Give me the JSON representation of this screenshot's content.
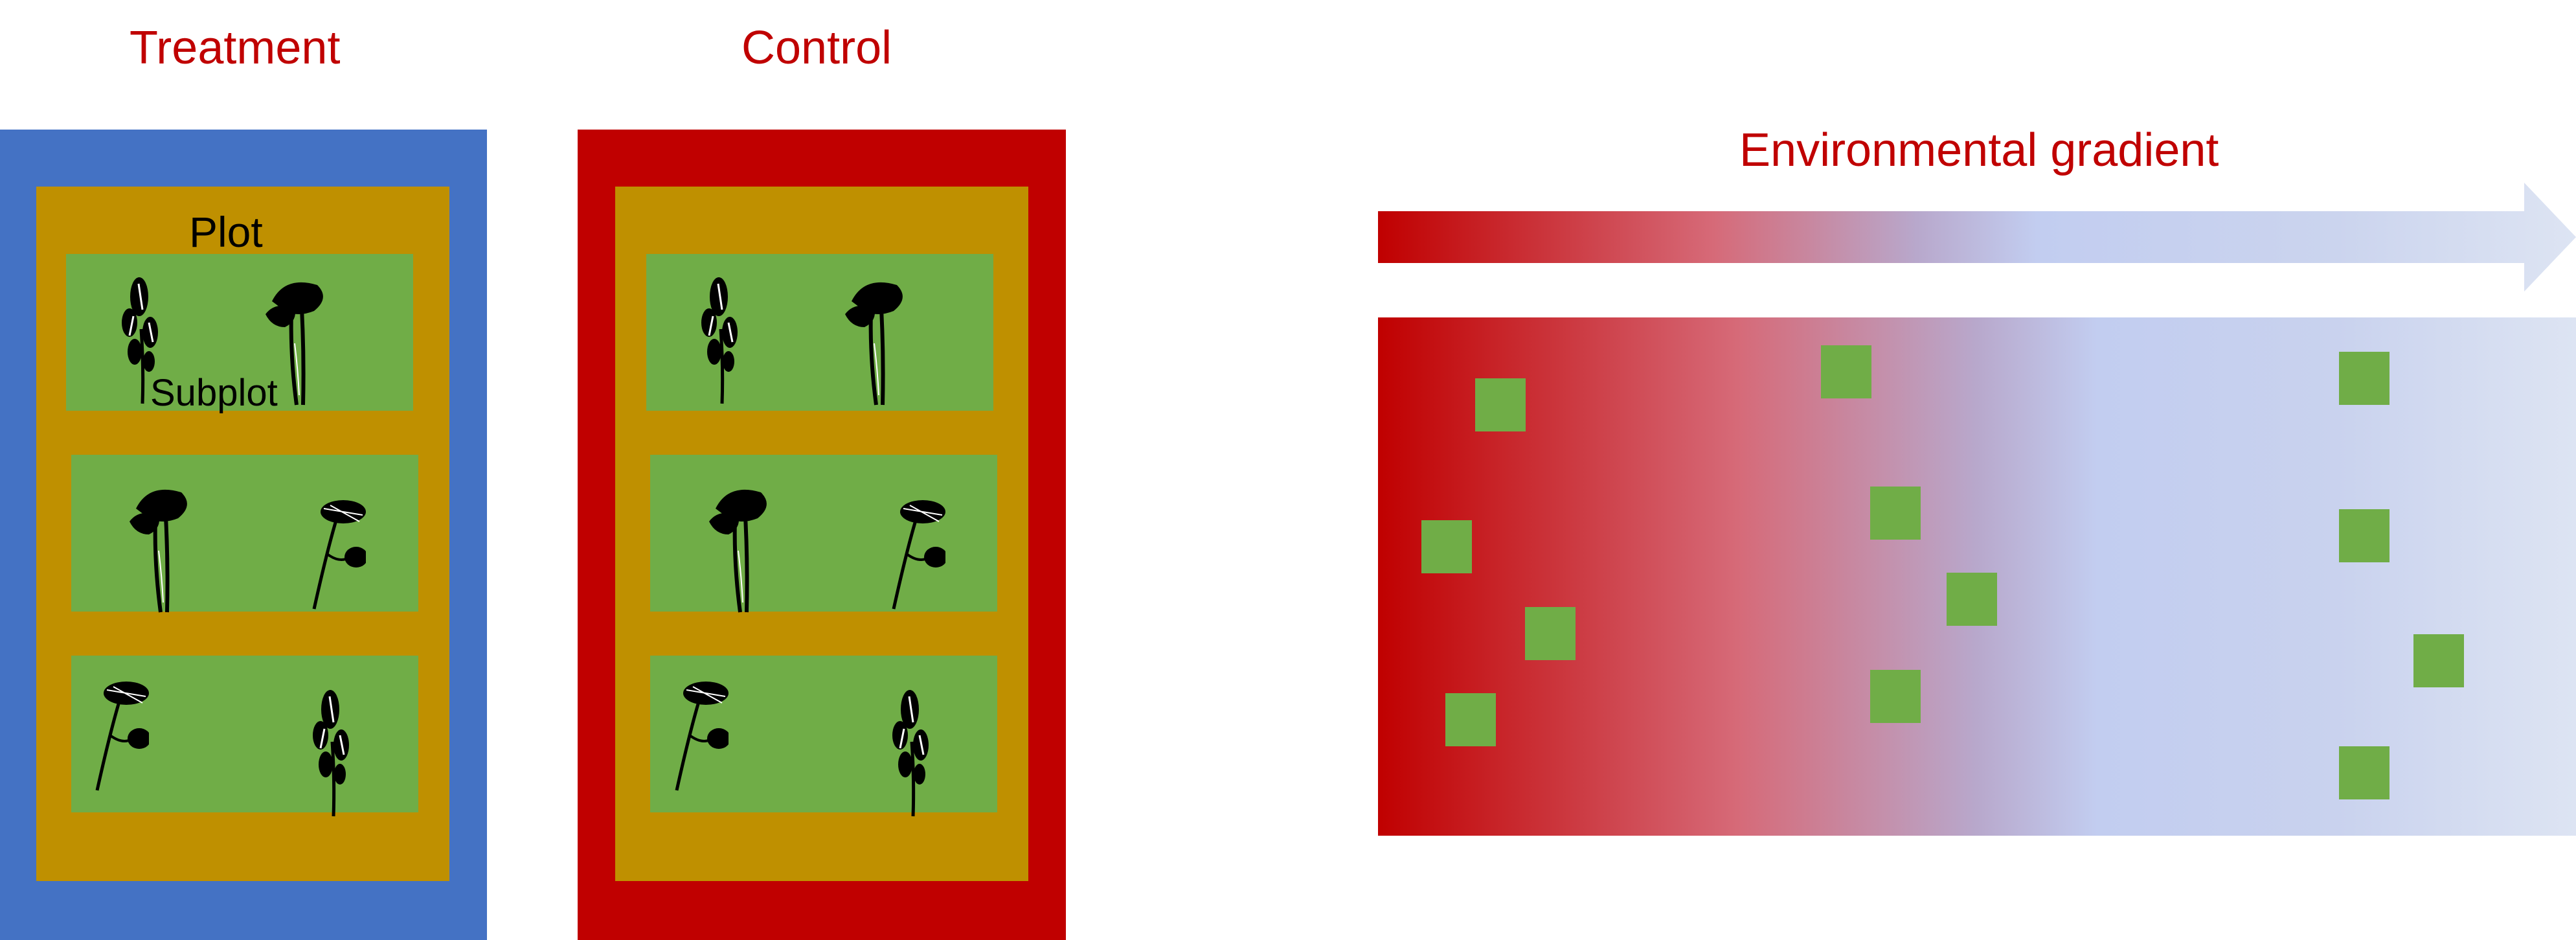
{
  "treatment": {
    "title": "Treatment",
    "plot_label": "Plot",
    "subplot_label": "Subplot",
    "border_color": "#4472C4"
  },
  "control": {
    "title": "Control",
    "border_color": "#C00000"
  },
  "gradient": {
    "title": "Environmental gradient",
    "start_color": "#C00000",
    "end_color": "#DDE4F3"
  },
  "colors": {
    "plot": "#BF9000",
    "subplot": "#70AD47",
    "heading_text": "#C00000"
  },
  "icons": [
    "lavender-plant-icon",
    "poppy-plant-icon",
    "yarrow-plant-icon"
  ]
}
